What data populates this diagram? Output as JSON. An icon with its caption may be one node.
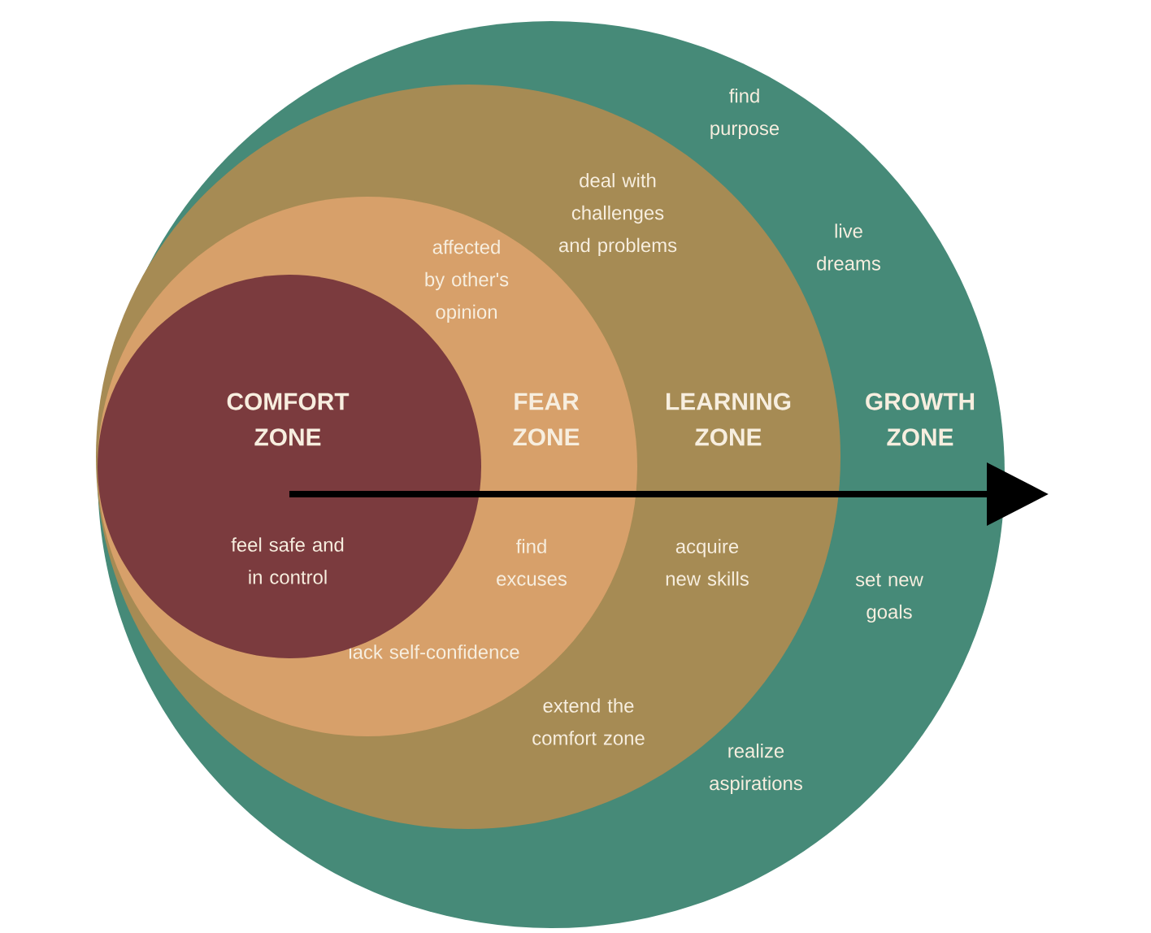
{
  "diagram": {
    "nodes": [
      {
        "text": [
          "GROWTH ZONE",
          "find purpose",
          "live dreams",
          "set new goals",
          "realize aspirations"
        ]
      },
      {
        "text": [
          "LEARNING ZONE",
          "deal with challenges and problems",
          "acquire new skills",
          "extend the comfort zone"
        ],
        "in": 0
      },
      {
        "text": [
          "FEAR ZONE",
          "affected by other's opinion",
          "find excuses",
          "lack self-confidence"
        ],
        "in": 1
      },
      {
        "text": [
          "COMFORT ZONE",
          "feel safe and in control"
        ],
        "in": 2
      }
    ],
    "edges": []
  }
}
